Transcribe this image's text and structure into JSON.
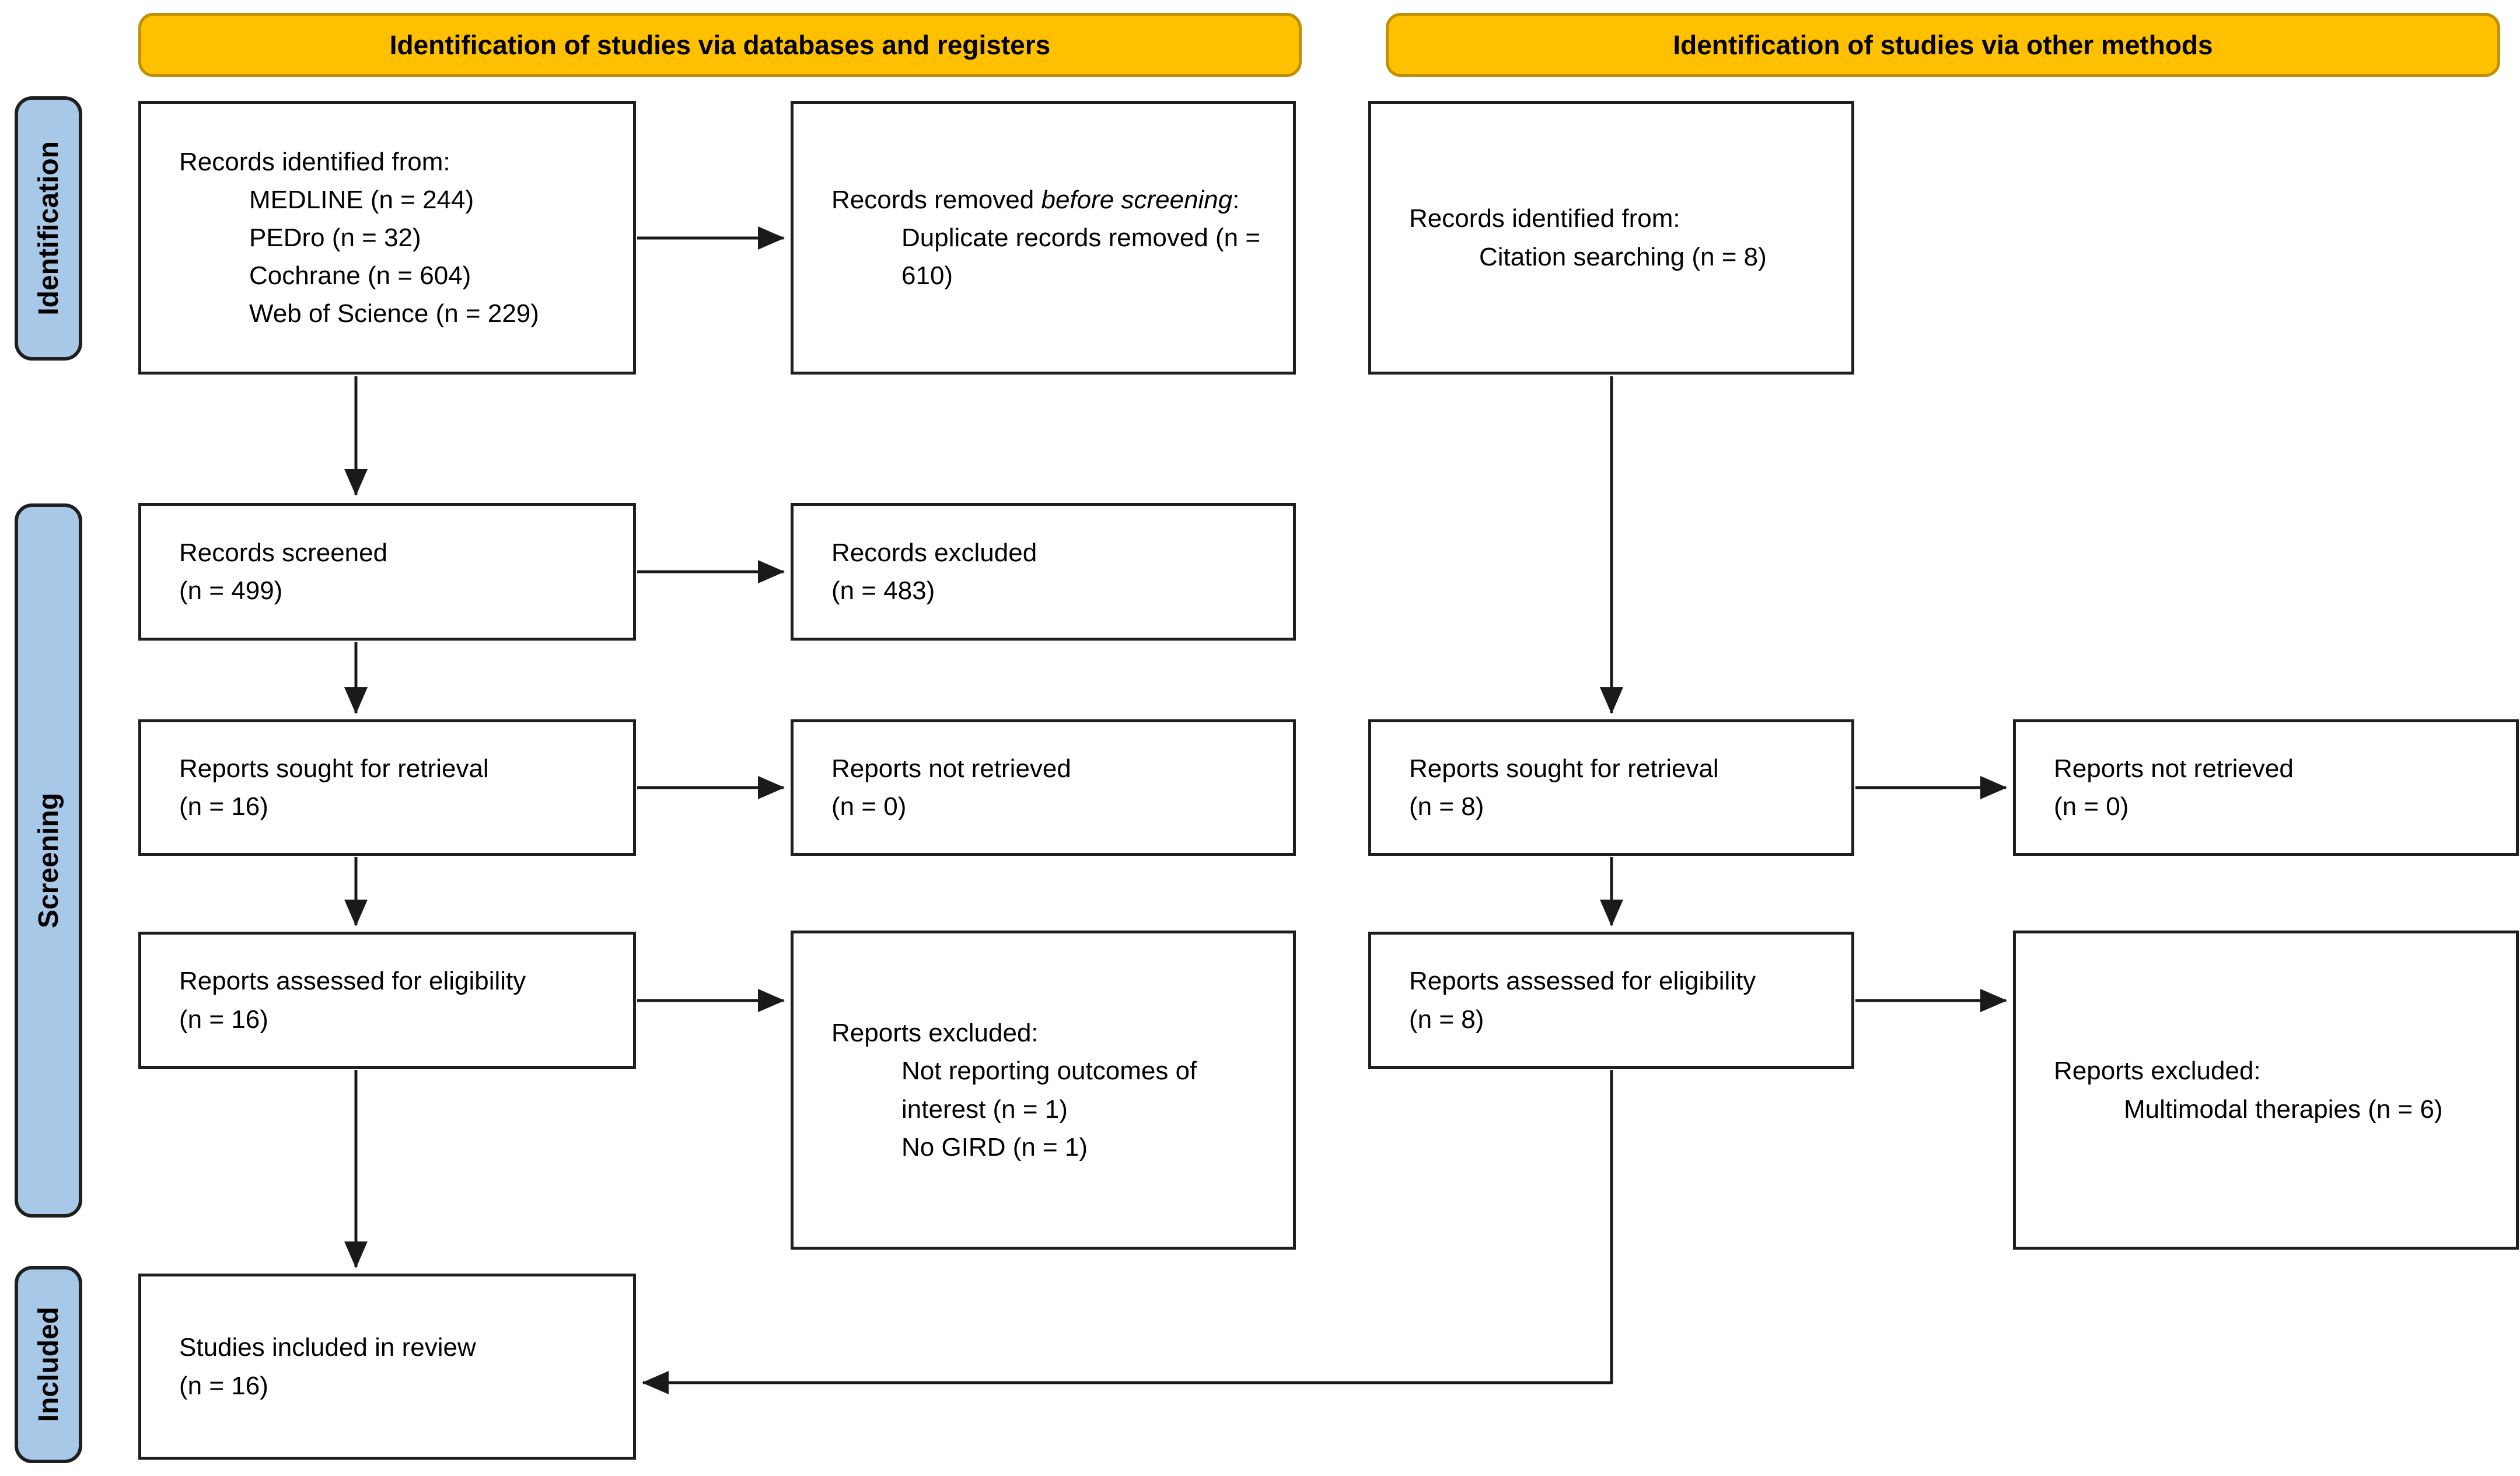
{
  "colors": {
    "banner_bg": "#FFC000",
    "banner_border": "#BF9000",
    "stage_bg": "#A8C8E8",
    "stage_border": "#1F1F1F",
    "box_bg": "#FFFFFF",
    "box_border": "#1F1F1F",
    "arrow": "#1A1A1A",
    "text": "#000000"
  },
  "banners": {
    "databases": "Identification of studies via databases and registers",
    "other": "Identification of studies via other methods"
  },
  "stages": {
    "identification": "Identification",
    "screening": "Screening",
    "included": "Included"
  },
  "boxes": {
    "records_identified": {
      "head": "Records identified from:",
      "items": [
        "MEDLINE (n = 244)",
        "PEDro (n = 32)",
        "Cochrane (n = 604)",
        "Web of Science (n = 229)"
      ]
    },
    "records_removed": {
      "head_prefix": "Records removed ",
      "head_italic": "before screening",
      "head_suffix": ":",
      "items": [
        "Duplicate records removed (n = 610)"
      ]
    },
    "records_identified_other": {
      "head": "Records identified from:",
      "items": [
        "Citation searching (n = 8)"
      ]
    },
    "records_screened": {
      "lines": [
        "Records screened",
        "(n = 499)"
      ]
    },
    "records_excluded": {
      "lines": [
        "Records excluded",
        "(n = 483)"
      ]
    },
    "reports_sought_db": {
      "lines": [
        "Reports sought for retrieval",
        "(n = 16)"
      ]
    },
    "reports_not_retrieved_db": {
      "lines": [
        "Reports not retrieved",
        "(n = 0)"
      ]
    },
    "reports_sought_other": {
      "lines": [
        "Reports sought for retrieval",
        "(n = 8)"
      ]
    },
    "reports_not_retrieved_other": {
      "lines": [
        "Reports not retrieved",
        "(n = 0)"
      ]
    },
    "reports_assessed_db": {
      "lines": [
        "Reports assessed for eligibility",
        "(n = 16)"
      ]
    },
    "reports_excluded_db": {
      "head": "Reports excluded:",
      "items": [
        "Not reporting outcomes of interest (n = 1)",
        "No GIRD (n = 1)"
      ]
    },
    "reports_assessed_other": {
      "lines": [
        "Reports assessed for eligibility",
        "(n = 8)"
      ]
    },
    "reports_excluded_other": {
      "head": "Reports excluded:",
      "items": [
        "Multimodal therapies (n = 6)"
      ]
    },
    "studies_included": {
      "lines": [
        "Studies included in review",
        "(n = 16)"
      ]
    }
  }
}
